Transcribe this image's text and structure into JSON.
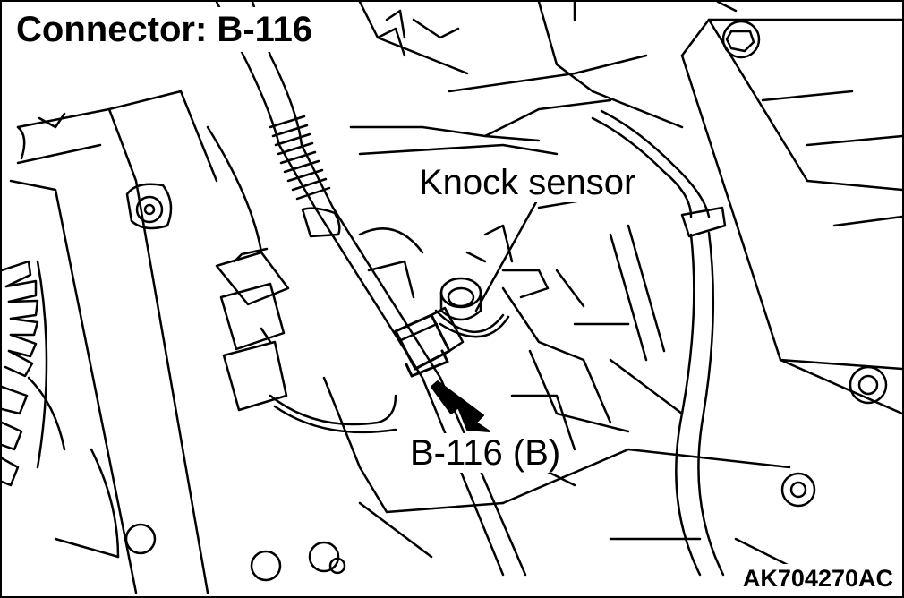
{
  "title": "Connector: B-116",
  "labels": {
    "knock_sensor": "Knock sensor",
    "connector": "B-116 (B)"
  },
  "figure_code": "AK704270AC",
  "colors": {
    "line": "#000000",
    "background": "#ffffff"
  }
}
